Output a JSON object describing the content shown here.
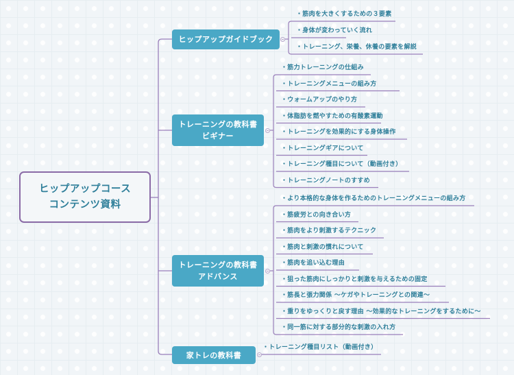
{
  "root": {
    "line1": "ヒップアップコース",
    "line2": "コンテンツ資料"
  },
  "colors": {
    "root_border": "#8a6aa6",
    "text_teal": "#2f7f9a",
    "branch_fill": "#4aa8c6",
    "connector": "#9a7fba"
  },
  "branches": [
    {
      "label_line1": "ヒップアップガイドブック",
      "label_line2": "",
      "leaves": [
        "・筋肉を大きくするための３要素",
        "・身体が変わっていく流れ",
        "・トレーニング、栄養、休養の要素を解説"
      ]
    },
    {
      "label_line1": "トレーニングの教科書",
      "label_line2": "ビギナー",
      "leaves": [
        "・筋力トレーニングの仕組み",
        "・トレーニングメニューの組み方",
        "・ウォームアップのやり方",
        "・体脂肪を燃やすための有酸素運動",
        "・トレーニングを効果的にする身体操作",
        "・トレーニングギアについて",
        "・トレーニング種目について（動画付き）",
        "・トレーニングノートのすすめ"
      ]
    },
    {
      "label_line1": "トレーニングの教科書",
      "label_line2": "アドバンス",
      "leaves": [
        "・より本格的な身体を作るためのトレーニングメニューの組み方",
        "・筋疲労との向き合い方",
        "・筋肉をより刺激するテクニック",
        "・筋肉と刺激の慣れについて",
        "・筋肉を追い込む理由",
        "・狙った筋肉にしっかりと刺激を与えるための固定",
        "・筋長と張力関係 〜ケガやトレーニングとの関連〜",
        "・重りをゆっくりと戻す理由 〜効果的なトレーニングをするために〜",
        "・同一筋に対する部分的な刺激の入れ方"
      ]
    },
    {
      "label_line1": "家トレの教科書",
      "label_line2": "",
      "leaves": [
        "・トレーニング種目リスト（動画付き）"
      ]
    }
  ]
}
